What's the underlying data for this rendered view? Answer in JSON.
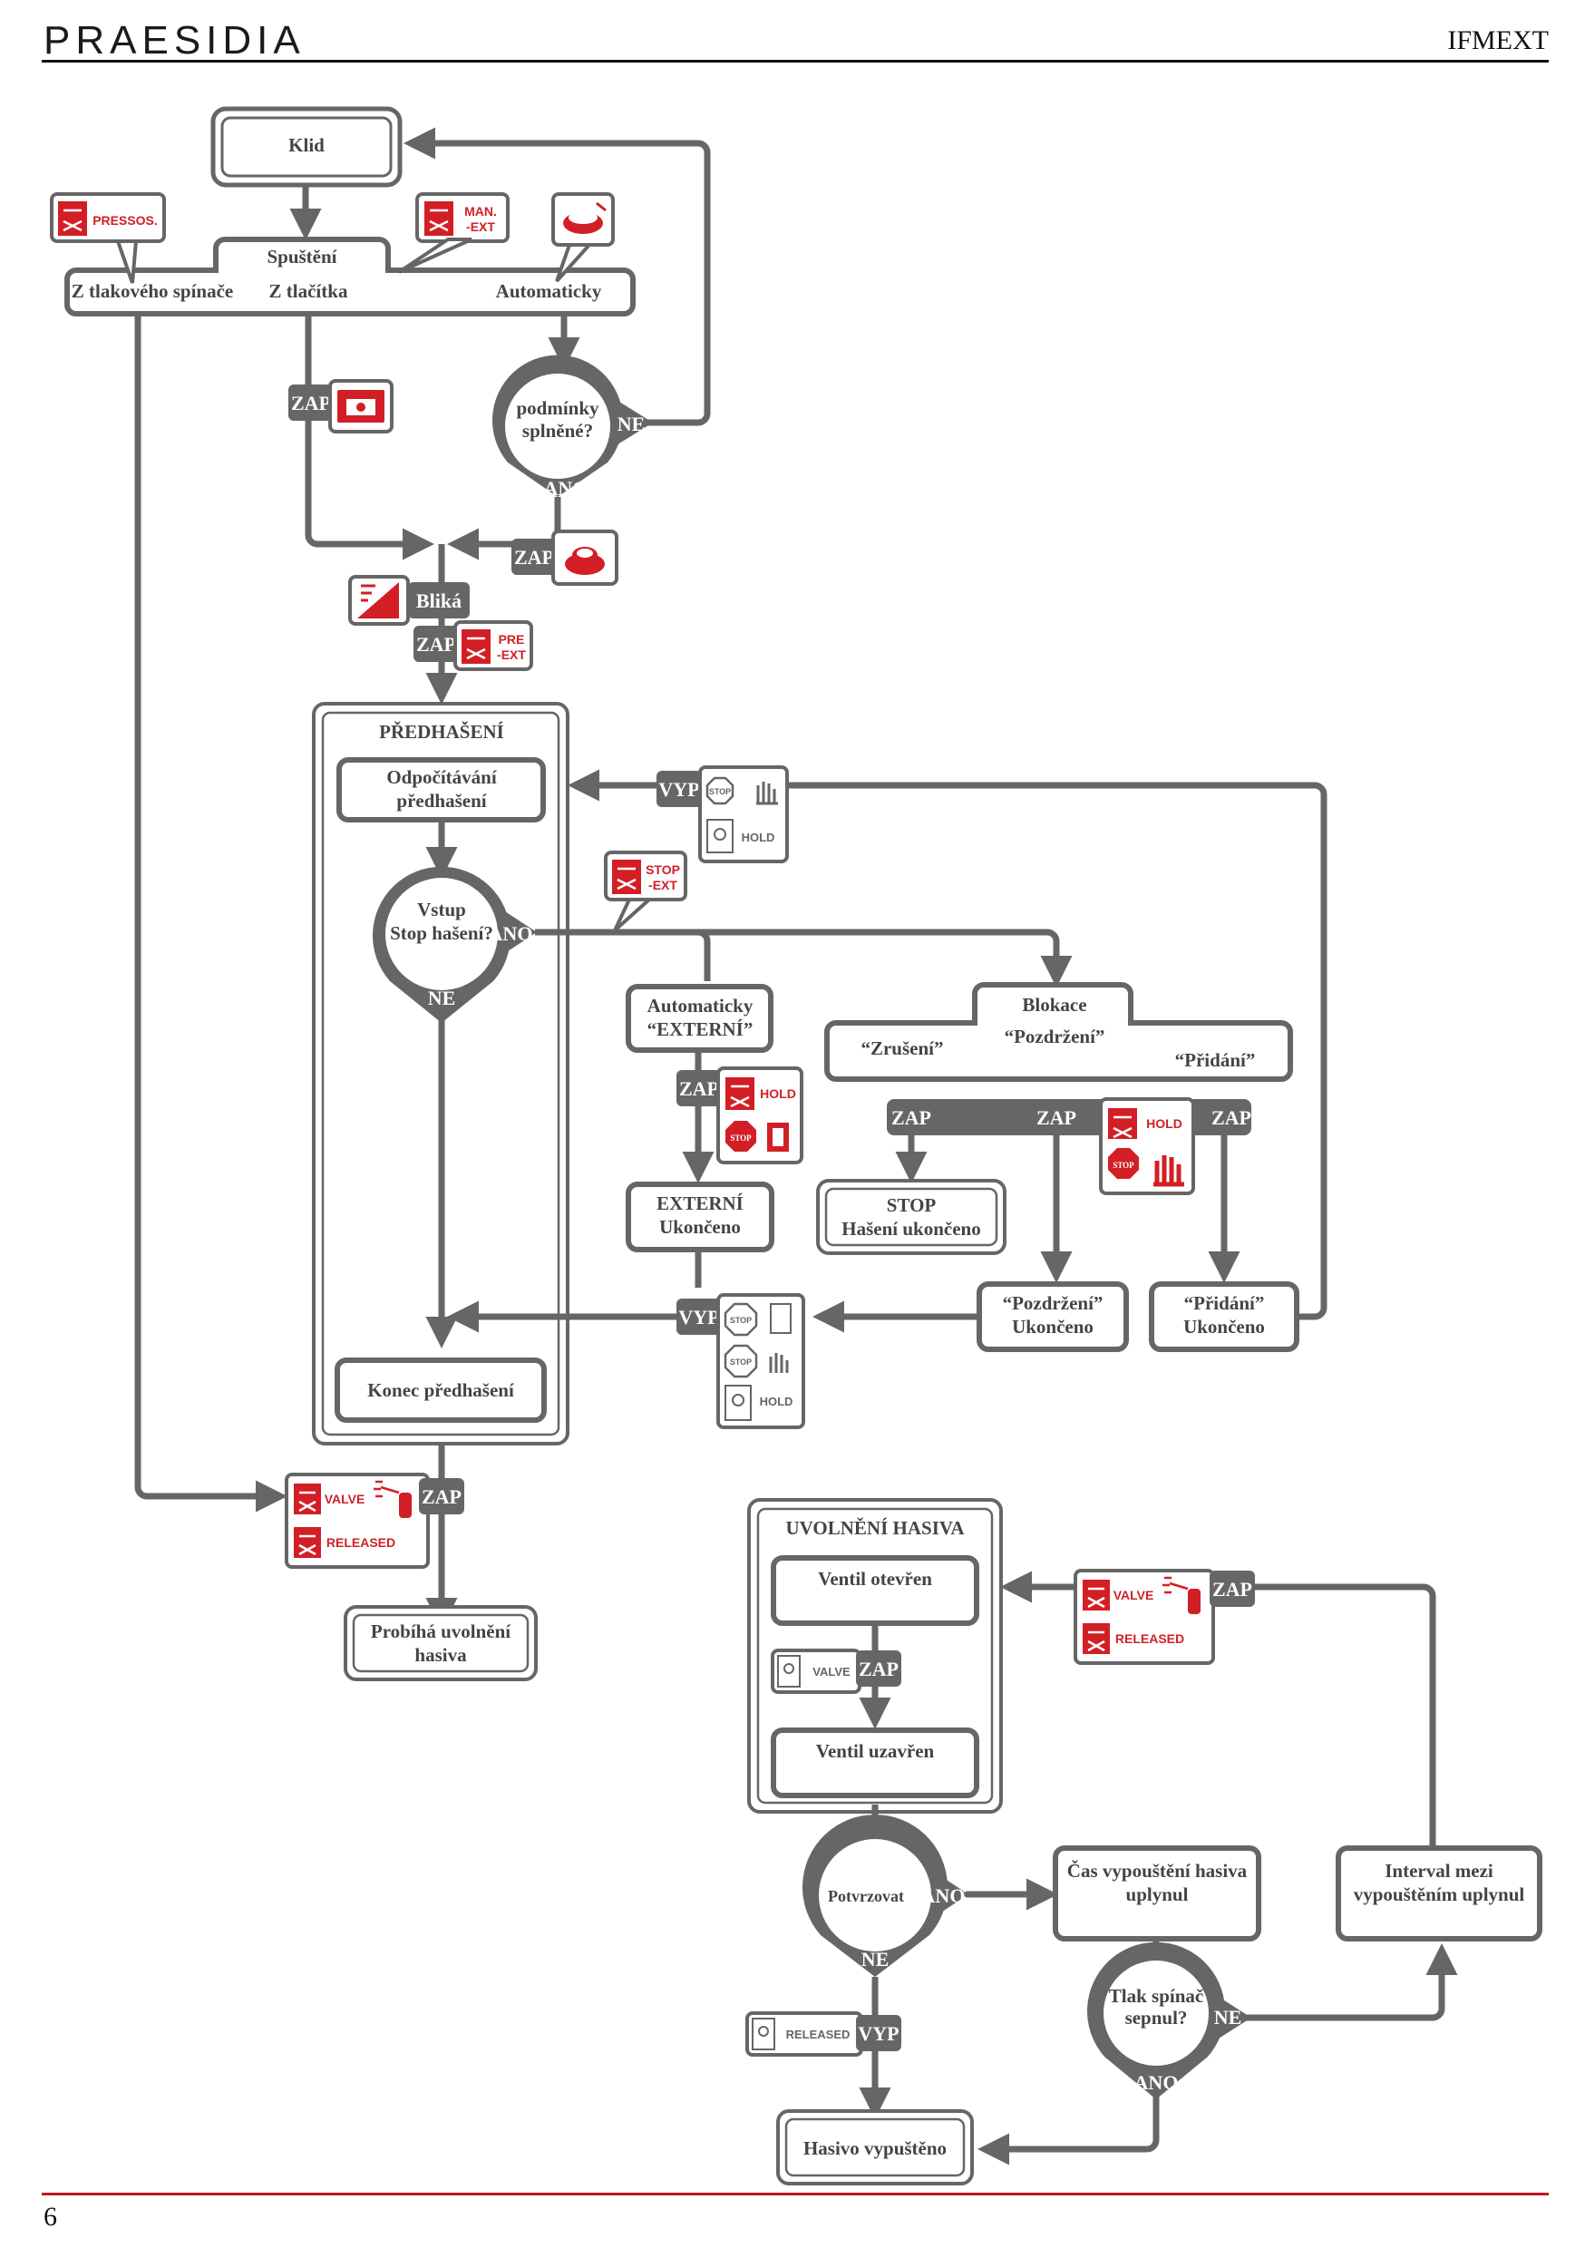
{
  "header": {
    "logo": "PRAESIDIA",
    "code": "IFMEXT"
  },
  "footer": {
    "page_number": "6"
  },
  "colors": {
    "line": "#666666",
    "box_border": "#666666",
    "tag_bg": "#6b6b6b",
    "icon_red": "#d21f26"
  },
  "nodes": {
    "klid": "Klid",
    "spusteni": "Spuštění",
    "z_tlakoveho": "Z tlakového spínače",
    "z_tlacitka": "Z tlačítka",
    "automaticky": "Automaticky",
    "podminky_1": "podmínky",
    "podminky_2": "splněné?",
    "blika": "Bliká",
    "predhaseni": "PŘEDHAŠENÍ",
    "odpocitavani_1": "Odpočítávání",
    "odpocitavani_2": "předhašení",
    "vstup_1": "Vstup",
    "vstup_2": "Stop hašení?",
    "auto_ext_1": "Automaticky",
    "auto_ext_2": "“EXTERNÍ”",
    "blokace": "Blokace",
    "zruseni": "“Zrušení”",
    "pozdrzeni": "“Pozdržení”",
    "pridani": "“Přidání”",
    "externi_1": "EXTERNÍ",
    "externi_2": "Ukončeno",
    "stop_1": "STOP",
    "stop_2": "Hašení ukončeno",
    "pozdrzeni_end_1": "“Pozdržení”",
    "pozdrzeni_end_2": "Ukončeno",
    "pridani_end_1": "“Přidání”",
    "pridani_end_2": "Ukončeno",
    "konec": "Konec předhašení",
    "probiha_1": "Probíhá uvolnění",
    "probiha_2": "hasiva",
    "uvolneni": "UVOLNĚNÍ HASIVA",
    "ventil_otevren": "Ventil otevřen",
    "ventil_uzavren": "Ventil uzavřen",
    "potvrzovat": "Potvrzovat",
    "cas_1": "Čas vypouštění hasiva",
    "cas_2": "uplynul",
    "interval_1": "Interval mezi",
    "interval_2": "vypouštěním uplynul",
    "tlak_1": "Tlak spínač",
    "tlak_2": "sepnul?",
    "hasivo": "Hasivo vypuštěno"
  },
  "labels": {
    "zap": "ZAP",
    "vyp": "VYP",
    "ne": "NE",
    "ano": "ANO"
  },
  "icons": {
    "pressos": "PRESSOS.",
    "man_ext_1": "MAN.",
    "man_ext_2": "-EXT",
    "pre_1": "PRE",
    "pre_2": "-EXT",
    "stop_ext_1": "STOP",
    "stop_ext_2": "-EXT",
    "hold": "HOLD",
    "stop": "STOP",
    "valve": "VALVE",
    "released": "RELEASED"
  }
}
